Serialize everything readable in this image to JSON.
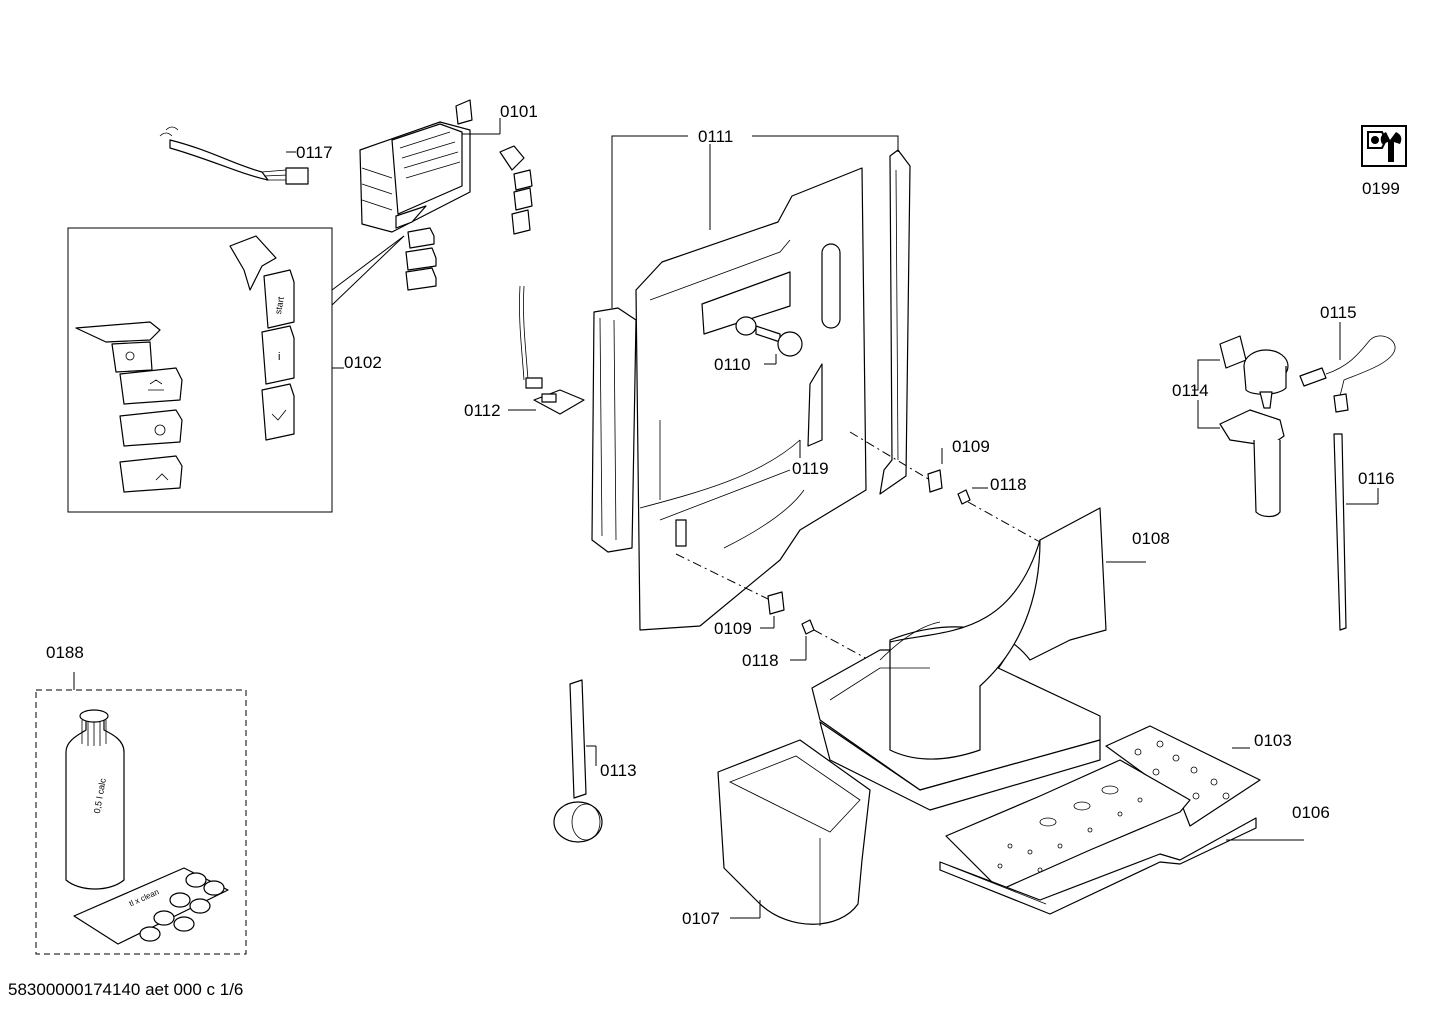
{
  "labels": {
    "l0101": "0101",
    "l0102": "0102",
    "l0103": "0103",
    "l0106": "0106",
    "l0107": "0107",
    "l0108": "0108",
    "l0109a": "0109",
    "l0109b": "0109",
    "l0110": "0110",
    "l0111": "0111",
    "l0112": "0112",
    "l0113": "0113",
    "l0114": "0114",
    "l0115": "0115",
    "l0116": "0116",
    "l0117": "0117",
    "l0118a": "0118",
    "l0118b": "0118",
    "l0119": "0119",
    "l0188": "0188",
    "l0199": "0199"
  },
  "part_text": {
    "start_button": "start",
    "info_button": "i",
    "bottle": "0,5 l calc",
    "tablets": "tl x clean"
  },
  "footer": "58300000174140 aet 000 c 1/6"
}
